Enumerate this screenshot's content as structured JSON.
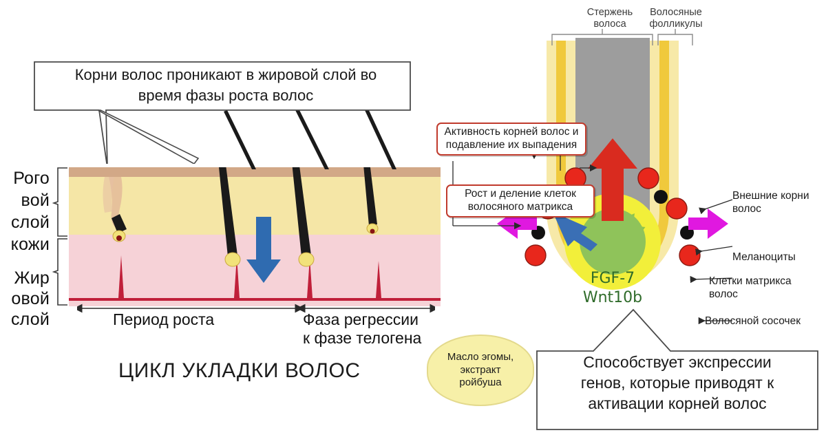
{
  "left_panel": {
    "callout": {
      "line1": "Корни волос проникают в жировой слой во",
      "line2": "время фазы роста волос"
    },
    "layers": {
      "upper_line1": "Рого",
      "upper_line2": "вой",
      "upper_line3": "слой",
      "upper_line4": "кожи",
      "lower_line1": "Жир",
      "lower_line2": "овой",
      "lower_line3": "слой"
    },
    "phases": {
      "growth": "Период роста",
      "regression_line1": "Фаза регрессии",
      "regression_line2": "к фазе телогена"
    },
    "title": "ЦИКЛ УКЛАДКИ ВОЛОС",
    "colors": {
      "surface_band": "#d2a887",
      "epidermis": "#f5e6a6",
      "dermis_fat": "#f6d2d7",
      "vessel": "#c0203a",
      "hair": "#1a1a1a",
      "bulb": "#f2e27a",
      "down_arrow": "#2f6bb0"
    }
  },
  "right_panel": {
    "top_labels": {
      "shaft_line1": "Стержень",
      "shaft_line2": "волоса",
      "follicle_line1": "Волосяные",
      "follicle_line2": "фолликулы"
    },
    "red_callouts": {
      "activity_line1": "Активность корней волос и",
      "activity_line2": "подавление их выпадения",
      "growth_line1": "Рост и деление клеток",
      "growth_line2": "волосяного матрикса"
    },
    "side_labels": {
      "outer_root_line1": "Внешние корни",
      "outer_root_line2": "волос",
      "melanocytes": "Меланоциты",
      "matrix_line1": "Клетки матрикса",
      "matrix_line2": "волос",
      "papilla": "Волосяной сосочек"
    },
    "genes": {
      "gene1": "FGF-7",
      "gene2": "Wnt10b"
    },
    "oval_note": {
      "line1": "Масло эгомы,",
      "line2": "экстракт",
      "line3": "ройбуша"
    },
    "bottom_callout": {
      "line1": "Способствует экспрессии",
      "line2": "генов, которые приводят к",
      "line3": "активации корней волос"
    },
    "colors": {
      "shaft_gray": "#9d9d9d",
      "sheath_yellow": "#f0c93c",
      "sheath_pale": "#f7e9a8",
      "papilla_yellow": "#f2ef3a",
      "papilla_green": "#8fc35a",
      "matrix_cell_red": "#e8271c",
      "melanocyte_black": "#111111",
      "arrow_red": "#d92b1f",
      "arrow_magenta": "#e018e0",
      "arrow_blue": "#3a6fb5",
      "arrow_green": "#7cc24a",
      "callout_border_red": "#c0392b"
    }
  }
}
